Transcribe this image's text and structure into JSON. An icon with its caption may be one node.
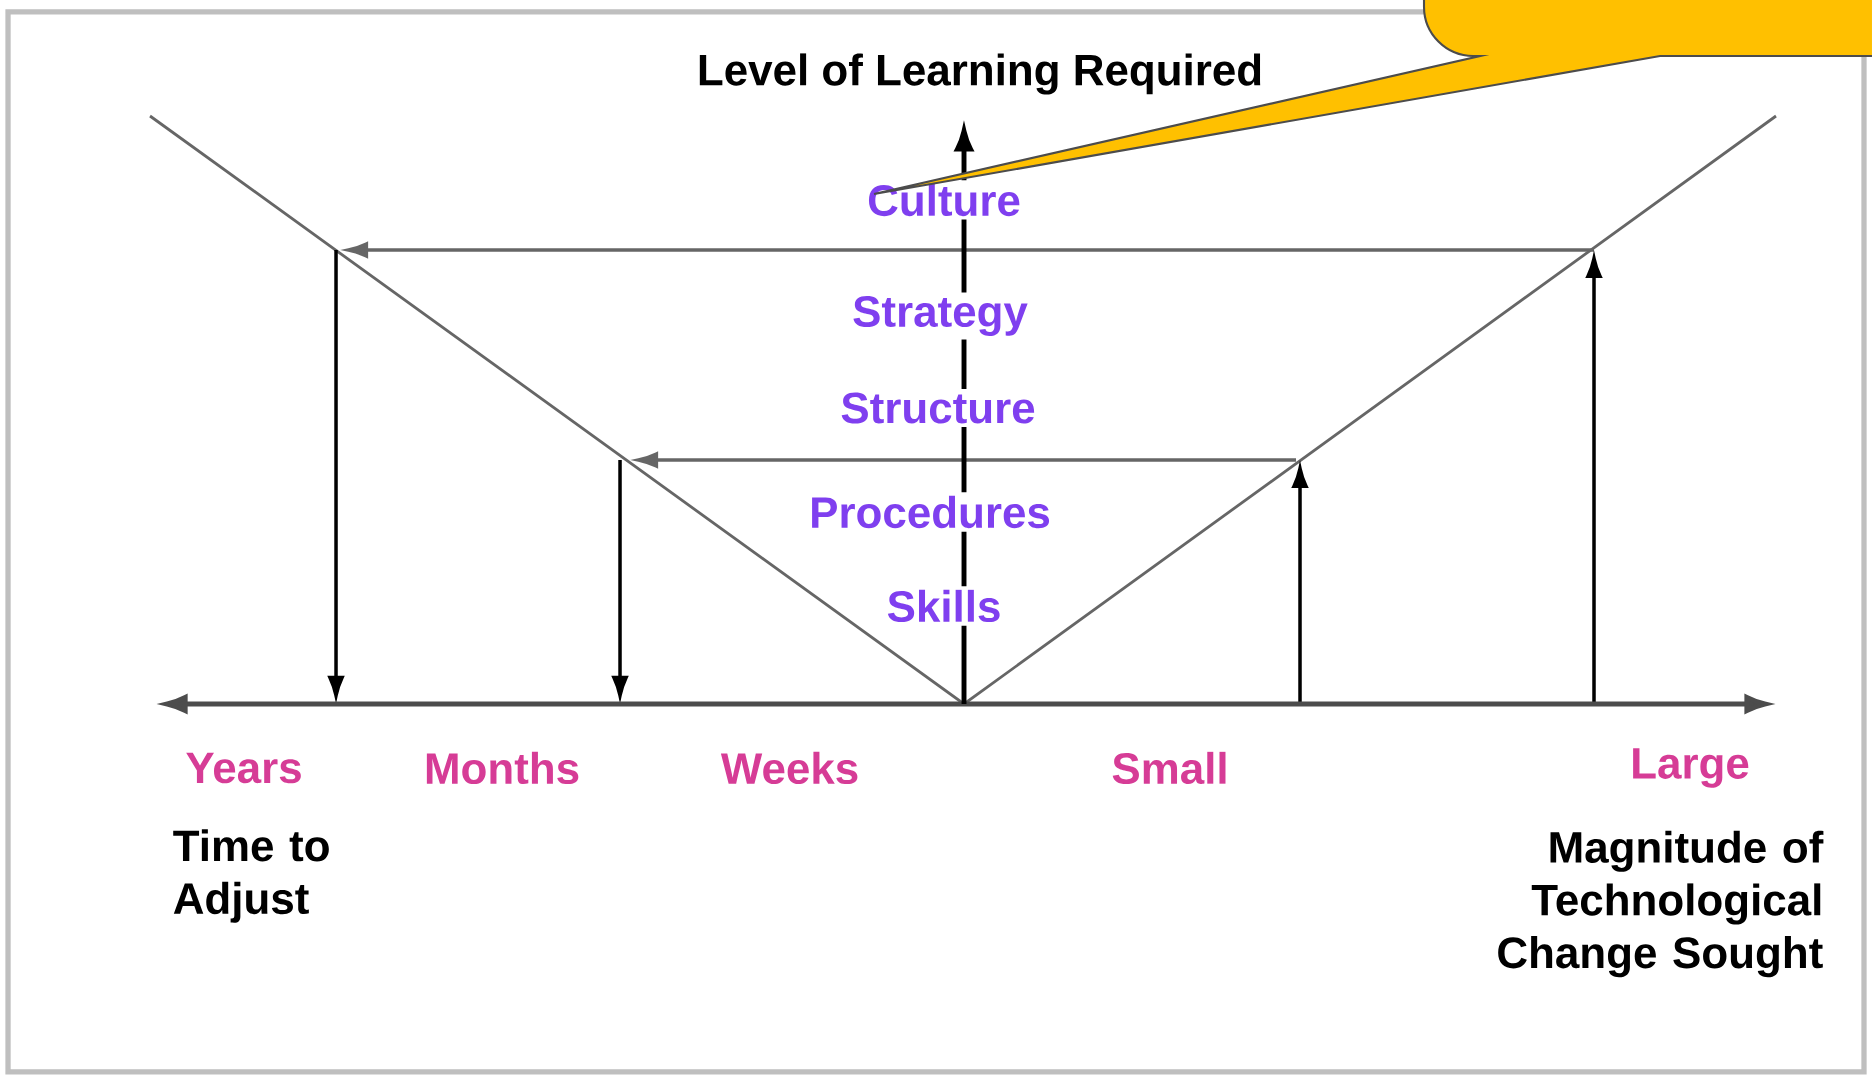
{
  "diagram": {
    "nodes": [
      {
        "text": [],
        "shape": "callout"
      }
    ],
    "labels": [
      "Level of Learning Required",
      "Culture",
      "Strategy",
      "Structure",
      "Procedures",
      "Skills",
      "Years",
      "Months",
      "Weeks",
      "Small",
      "Large",
      "Time to Adjust",
      "Magnitude of Technological Change Sought"
    ]
  }
}
